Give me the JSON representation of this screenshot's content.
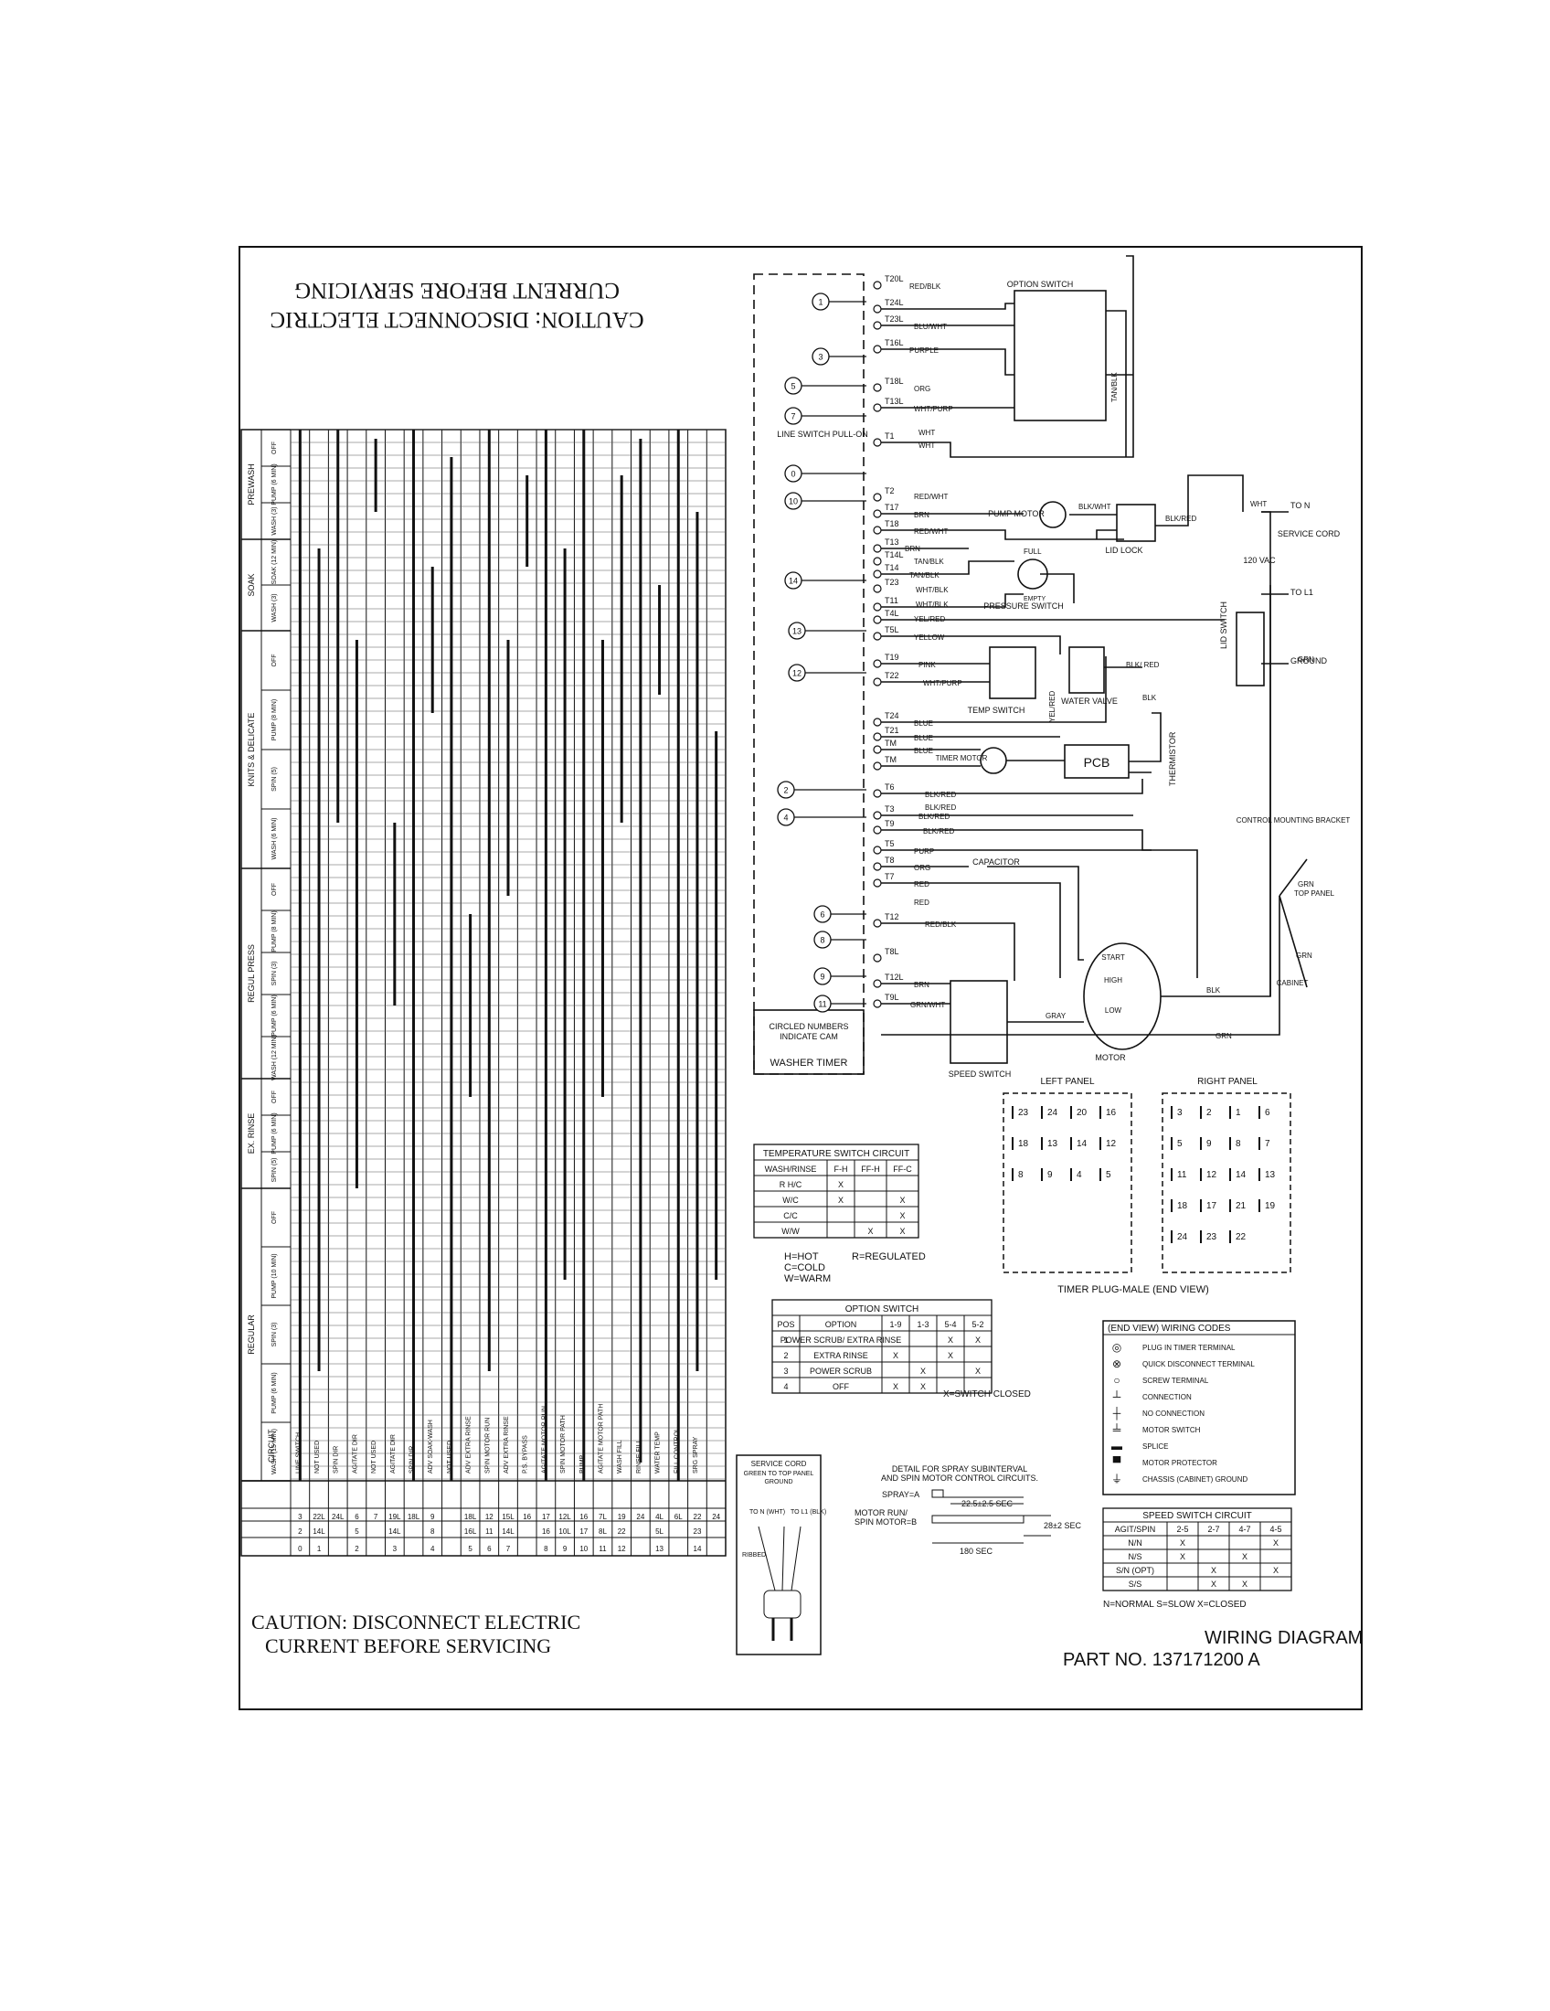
{
  "caution": {
    "line1": "CAUTION: DISCONNECT ELECTRIC",
    "line2": "CURRENT BEFORE SERVICING"
  },
  "title_block": {
    "title": "WIRING DIAGRAM",
    "part_no": "PART NO. 137171200 A"
  },
  "timer_chart": {
    "cycle_groups": [
      {
        "name": "PREWASH",
        "segments": [
          "OFF",
          "PUMP (6 MIN)",
          "WASH (3)"
        ]
      },
      {
        "name": "SOAK",
        "segments": [
          "SOAK (12 MIN)",
          "WASH (3)"
        ]
      },
      {
        "name": "KNITS & DELICATE",
        "segments": [
          "OFF",
          "PUMP (8 MIN)",
          "SPIN (5)",
          "WASH (6 MIN)"
        ]
      },
      {
        "name": "REGUL PRESS",
        "segments": [
          "OFF",
          "PUMP (8 MIN)",
          "SPIN (3)",
          "PUMP (6 MIN)",
          "WASH (12 MIN)"
        ]
      },
      {
        "name": "EX. RINSE",
        "segments": [
          "OFF",
          "PUMP (6 MIN)",
          "SPIN (5)"
        ]
      },
      {
        "name": "REGULAR",
        "segments": [
          "OFF",
          "PUMP (10 MIN)",
          "SPIN (3)",
          "PUMP (6 MIN)",
          "WASH (15 MIN)"
        ]
      }
    ],
    "circuits": [
      {
        "cam": "0",
        "left": "2",
        "right": "3",
        "name": "LINE SWITCH"
      },
      {
        "cam": "1",
        "left": "14L",
        "right": "22L",
        "name": "NOT USED"
      },
      {
        "cam": "",
        "left": "",
        "right": "24L",
        "name": "SPIN DIR"
      },
      {
        "cam": "2",
        "left": "5",
        "right": "6",
        "name": "AGITATE DIR"
      },
      {
        "cam": "",
        "left": "",
        "right": "7",
        "name": "NOT USED"
      },
      {
        "cam": "3",
        "left": "14L",
        "right": "19L",
        "name": "AGITATE DIR"
      },
      {
        "cam": "",
        "left": "",
        "right": "18L",
        "name": "SPIN DIR"
      },
      {
        "cam": "4",
        "left": "8",
        "right": "9",
        "name": "ADV SOAK-WASH"
      },
      {
        "cam": "",
        "left": "",
        "right": "",
        "name": "NOT USED"
      },
      {
        "cam": "5",
        "left": "16L",
        "right": "18L",
        "name": "ADV EXTRA RINSE"
      },
      {
        "cam": "6",
        "left": "11",
        "right": "12",
        "name": "SPIN MOTOR RUN"
      },
      {
        "cam": "7",
        "left": "14L",
        "right": "15L",
        "name": "ADV EXTRA RINSE"
      },
      {
        "cam": "",
        "left": "",
        "right": "16",
        "name": "P.S. BYPASS"
      },
      {
        "cam": "8",
        "left": "16",
        "right": "17",
        "name": "AGITATE MOTOR RUN"
      },
      {
        "cam": "9",
        "left": "10L",
        "right": "12L",
        "name": "SPIN MOTOR PATH"
      },
      {
        "cam": "10",
        "left": "17",
        "right": "16",
        "name": "PUMP"
      },
      {
        "cam": "11",
        "left": "8L",
        "right": "7L",
        "name": "AGITATE MOTOR PATH"
      },
      {
        "cam": "12",
        "left": "22",
        "right": "19",
        "name": "WASH FILL"
      },
      {
        "cam": "",
        "left": "",
        "right": "24",
        "name": "RINSE FILL"
      },
      {
        "cam": "13",
        "left": "5L",
        "right": "4L",
        "name": "WATER TEMP"
      },
      {
        "cam": "",
        "left": "",
        "right": "6L",
        "name": "FILL CONTROL"
      },
      {
        "cam": "14",
        "left": "23",
        "right": "22",
        "name": "SRG SPRAY"
      },
      {
        "cam": "",
        "left": "",
        "right": "24",
        "name": ""
      }
    ],
    "header_circuit": "CIRCUIT"
  },
  "schematic": {
    "terminals_left": [
      "T20L",
      "T24L",
      "T23L",
      "T16L",
      "T18L",
      "T13L",
      "T1",
      "T2",
      "T17",
      "T18",
      "T13",
      "T14L",
      "T14",
      "T23",
      "T11",
      "T4L",
      "T5L",
      "T19",
      "T22",
      "T24",
      "T21",
      "TM",
      "TM",
      "T6",
      "T3",
      "T9",
      "T5",
      "T8",
      "T7",
      "T12",
      "T8L",
      "T12L",
      "T9L"
    ],
    "wire_labels": {
      "w_t20l": "RED/BLK",
      "w_t23l": "BLU/WHT",
      "w_t16l": "PURPLE",
      "w_t18l": "ORG",
      "w_t13l": "WHT/PURP",
      "w_t1a": "WHT",
      "w_t1b": "WHT",
      "w_t17": "BRN",
      "w_t18": "RED/WHT",
      "w_t18b": "RED/WHT",
      "w_t13": "BRN",
      "w_t14l": "TAN/BLK",
      "w_t14": "TAN/BLK",
      "w_t23": "WHT/BLK",
      "w_t11": "WHT/BLK",
      "w_t4l": "YEL/RED",
      "w_t5l": "YELLOW",
      "w_t19": "PINK",
      "w_t22": "WHT/PURP",
      "w_t24": "BLUE",
      "w_blue2": "BLUE",
      "w_t21": "BLUE",
      "w_t6": "BLK/RED",
      "w_t6b": "BLK/RED",
      "w_t3": "BLK/RED",
      "w_t9": "BLK/RED",
      "w_t5": "PURP",
      "w_t8": "ORG",
      "w_t7": "RED",
      "w_red2": "RED",
      "w_t12": "RED/BLK",
      "w_t12l": "BRN",
      "w_t9l": "GRN/WHT",
      "w_gray": "GRAY",
      "w_pump": "BLK/WHT",
      "w_lid": "BLK/RED",
      "w_tanblk": "TAN/BLK",
      "w_wht": "WHT",
      "w_blk": "BLK",
      "w_grn": "GRN",
      "w_yelred": "YEL/RED",
      "w_blkred2": "BLK/ RED",
      "w_grn2": "GRN",
      "w_grn3": "GRN",
      "w_grn4": "GRN",
      "w_blk2": "BLK"
    },
    "components": {
      "option_switch": "OPTION SWITCH",
      "line_switch": "LINE SWITCH PULL-ON",
      "pump_motor": "PUMP MOTOR",
      "lid_lock": "LID LOCK",
      "service_cord": "SERVICE CORD",
      "vac": "120 VAC",
      "to_n": "TO N",
      "to_l1": "TO L1",
      "ground": "GROUND",
      "full": "FULL",
      "empty": "EMPTY",
      "pressure_switch": "PRESSURE SWITCH",
      "temp_switch": "TEMP SWITCH",
      "water_valve": "WATER VALVE",
      "lid_switch": "LID SWITCH",
      "timer_motor": "TIMER MOTOR",
      "pcb": "PCB",
      "thermistor": "THERMISTOR",
      "capacitor": "CAPACITOR",
      "control_bracket": "CONTROL MOUNTING BRACKET",
      "top_panel": "TOP PANEL",
      "cabinet": "CABINET",
      "start": "START",
      "high": "HIGH",
      "low": "LOW",
      "motor": "MOTOR",
      "speed_switch": "SPEED SWITCH",
      "circled_note": "CIRCLED NUMBERS INDICATE CAM",
      "washer_timer": "WASHER TIMER"
    },
    "cam_numbers": [
      "1",
      "3",
      "5",
      "7",
      "0",
      "10",
      "14",
      "13",
      "12",
      "2",
      "4",
      "6",
      "8",
      "9",
      "11"
    ]
  },
  "temp_switch_table": {
    "title": "TEMPERATURE SWITCH CIRCUIT",
    "headers": [
      "WASH/RINSE",
      "F-H",
      "FF-H",
      "FF-C"
    ],
    "rows": [
      [
        "R H/C",
        "X",
        "",
        ""
      ],
      [
        "W/C",
        "X",
        "",
        "X"
      ],
      [
        "C/C",
        "",
        "",
        "X"
      ],
      [
        "W/W",
        "",
        "X",
        "X"
      ]
    ],
    "legend1": "H=HOT",
    "legend2": "C=COLD",
    "legend3": "W=WARM",
    "legend4": "R=REGULATED"
  },
  "option_switch_table": {
    "title": "OPTION SWITCH",
    "headers": [
      "POS",
      "OPTION",
      "1-9",
      "1-3",
      "5-4",
      "5-2"
    ],
    "rows": [
      [
        "1",
        "POWER SCRUB/ EXTRA RINSE",
        "",
        "",
        "X",
        "X"
      ],
      [
        "2",
        "EXTRA RINSE",
        "X",
        "",
        "X",
        ""
      ],
      [
        "3",
        "POWER SCRUB",
        "",
        "X",
        "",
        "X"
      ],
      [
        "4",
        "OFF",
        "X",
        "X",
        "",
        ""
      ]
    ],
    "note": "X=SWITCH CLOSED"
  },
  "timer_plug": {
    "left_panel": "LEFT PANEL",
    "right_panel": "RIGHT PANEL",
    "caption": "TIMER PLUG-MALE (END VIEW)",
    "left_numbers": [
      "23",
      "24",
      "20",
      "16",
      "18",
      "13",
      "14",
      "12",
      "8",
      "9",
      "4",
      "5"
    ],
    "right_numbers": [
      "3",
      "2",
      "1",
      "6",
      "5",
      "9",
      "8",
      "7",
      "11",
      "12",
      "14",
      "13",
      "18",
      "17",
      "21",
      "19",
      "24",
      "23",
      "22"
    ]
  },
  "wiring_codes": {
    "title": "(END VIEW) WIRING CODES",
    "items": [
      {
        "icon": "plug-in-icon",
        "text": "PLUG IN TIMER TERMINAL"
      },
      {
        "icon": "quick-disconnect-icon",
        "text": "QUICK DISCONNECT TERMINAL"
      },
      {
        "icon": "screw-terminal-icon",
        "text": "SCREW TERMINAL"
      },
      {
        "icon": "connection-icon",
        "text": "CONNECTION"
      },
      {
        "icon": "no-connection-icon",
        "text": "NO CONNECTION"
      },
      {
        "icon": "motor-switch-icon",
        "text": "MOTOR SWITCH"
      },
      {
        "icon": "splice-icon",
        "text": "SPLICE"
      },
      {
        "icon": "motor-protector-icon",
        "text": "MOTOR PROTECTOR"
      },
      {
        "icon": "chassis-ground-icon",
        "text": "CHASSIS (CABINET) GROUND"
      }
    ]
  },
  "speed_switch_table": {
    "title": "SPEED SWITCH CIRCUIT",
    "headers": [
      "AGIT/SPIN",
      "2-5",
      "2-7",
      "4-7",
      "4-5"
    ],
    "rows": [
      [
        "N/N",
        "X",
        "",
        "",
        "X"
      ],
      [
        "N/S",
        "X",
        "",
        "X",
        ""
      ],
      [
        "S/N (OPT)",
        "",
        "X",
        "",
        "X"
      ],
      [
        "S/S",
        "",
        "X",
        "X",
        ""
      ]
    ],
    "legend": "N=NORMAL   S=SLOW   X=CLOSED"
  },
  "spray_detail": {
    "caption1": "DETAIL FOR SPRAY SUBINTERVAL",
    "caption2": "AND SPIN MOTOR CONTROL CIRCUITS.",
    "spray": "SPRAY=A",
    "motor_run": "MOTOR RUN/",
    "spin_motor": "SPIN MOTOR=B",
    "t1": "22.5±2.5 SEC",
    "t2": "28±2 SEC",
    "t3": "180 SEC"
  },
  "service_cord_detail": {
    "title": "SERVICE CORD",
    "sub": "GREEN TO TOP PANEL GROUND",
    "to_n": "TO N (WHT)",
    "to_l1": "TO L1 (BLK)",
    "ribbed": "RIBBED"
  }
}
